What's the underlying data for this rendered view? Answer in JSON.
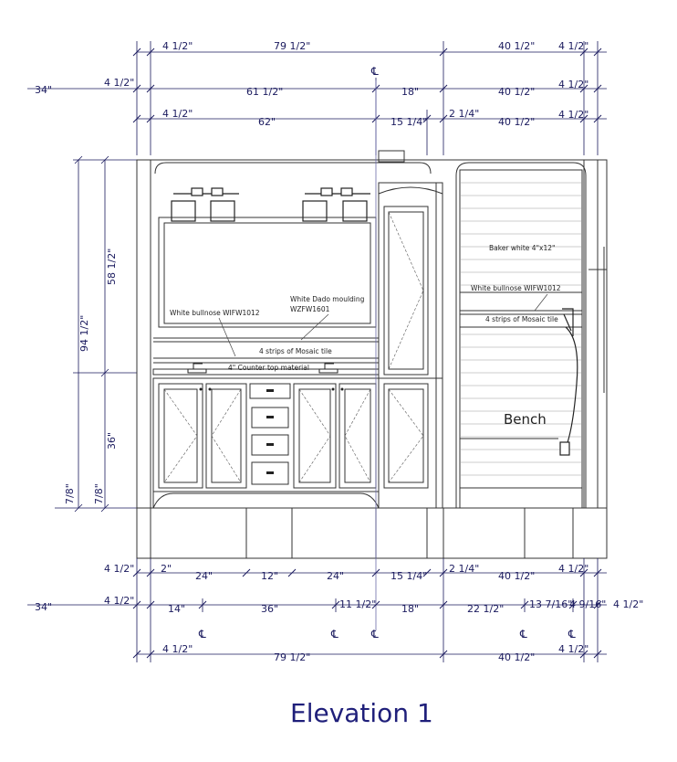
{
  "title": "Elevation 1",
  "dimensions": {
    "top_row1": [
      "4 1/2\"",
      "79 1/2\"",
      "40 1/2\"",
      "4 1/2\""
    ],
    "top_row2": [
      "34\"",
      "4 1/2\"",
      "61 1/2\"",
      "18\"",
      "40 1/2\"",
      "4 1/2\""
    ],
    "top_row3": [
      "4 1/2\"",
      "62\"",
      "15 1/4\"",
      "2 1/4\"",
      "40 1/2\"",
      "4 1/2\""
    ],
    "left": [
      "94 1/2\"",
      "58 1/2\"",
      "36\"",
      "7/8\"",
      "7/8\""
    ],
    "bottom_row1": [
      "4 1/2\"",
      "2\"",
      "24\"",
      "12\"",
      "24\"",
      "15 1/4\"",
      "2 1/4\"",
      "40 1/2\"",
      "4 1/2\""
    ],
    "bottom_row2": [
      "34\"",
      "4 1/2\"",
      "14\"",
      "36\"",
      "11 1/2\"",
      "18\"",
      "22 1/2\"",
      "13 7/16\"",
      "4 9/16\"",
      "4 1/2\""
    ],
    "bottom_row3": [
      "4 1/2\"",
      "79 1/2\"",
      "40 1/2\"",
      "4 1/2\""
    ]
  },
  "centerline_symbol": "℄",
  "annotations": {
    "subway_tile": "Baker white 4\"x12\"",
    "bullnose_shower": "White bullnose WIFW1012",
    "mosaic_shower": "4 strips of Mosaic tile",
    "bullnose_vanity": "White bullnose WIFW1012",
    "dado_line1": "White Dado moulding",
    "dado_line2": "WZFW1601",
    "mosaic_vanity": "4 strips of Mosaic tile",
    "countertop": "4\" Counter top material",
    "bench": "Bench"
  }
}
